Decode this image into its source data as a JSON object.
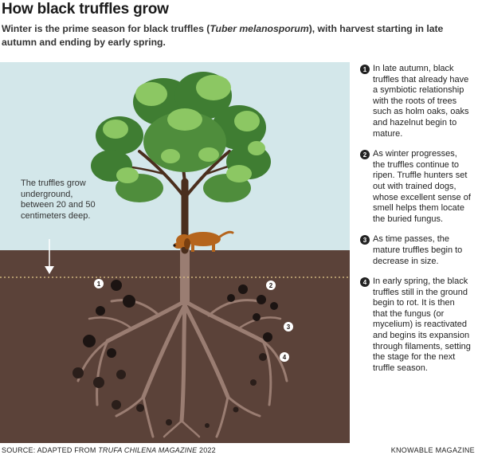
{
  "header": {
    "title": "How black truffles grow",
    "subtitle_before": "Winter is the prime season for black truffles (",
    "subtitle_species": "Tuber melanosporum",
    "subtitle_after": "), with harvest starting in late autumn and ending by early spring."
  },
  "callout": {
    "text": "The truffles grow underground, between 20 and 50 centimeters deep."
  },
  "markers": [
    "1",
    "2",
    "3",
    "4"
  ],
  "steps": [
    {
      "number": "1",
      "text": "In late autumn, black truffles that already have a symbiotic relationship with the roots of trees such as holm oaks, oaks and hazelnut begin to mature."
    },
    {
      "number": "2",
      "text": "As winter progresses, the truffles continue to ripen. Truffle hunters set out with trained dogs, whose excellent sense of smell helps them locate the buried fungus."
    },
    {
      "number": "3",
      "text": "As time passes, the mature truffles begin to decrease in size."
    },
    {
      "number": "4",
      "text": "In early spring, the black truffles still in the ground begin to rot. It is then that the fungus (or mycelium) is reactivated and begins its expansion through filaments, setting the stage for the next truffle season."
    }
  ],
  "footer": {
    "source_before": "SOURCE: ADAPTED FROM ",
    "source_publication": "TRUFA CHILENA MAGAZINE",
    "source_after": " 2022",
    "brand": "KNOWABLE MAGAZINE"
  },
  "colors": {
    "sky": "#d3e7ea",
    "soil": "#5b4239",
    "root": "#9a7d72",
    "leaf_dark": "#3f7d32",
    "leaf_light": "#8cc763",
    "trunk": "#4a2e1d",
    "dog": "#b5651d",
    "truffle": "#1c1412",
    "depth_line": "#e4c98a"
  }
}
